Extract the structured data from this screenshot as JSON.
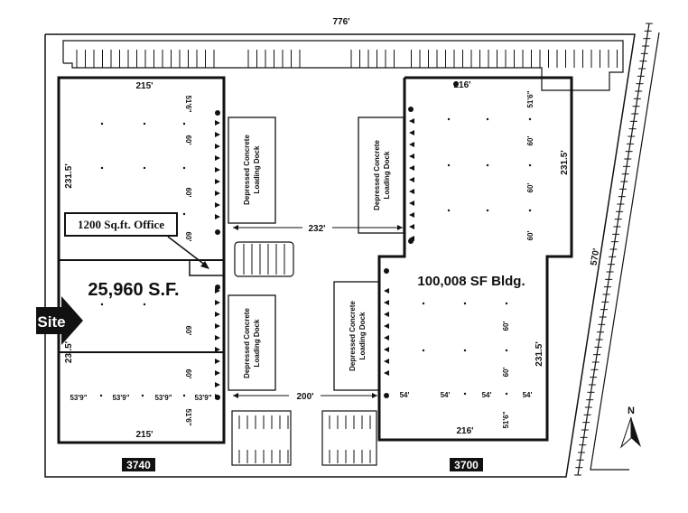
{
  "site_plan": {
    "dimensions": {
      "top_frontage": "776'",
      "east_frontage": "570'",
      "drive_aisle_north": "232'",
      "drive_aisle_south": "200'"
    },
    "building_3740": {
      "address": "3740",
      "area": "25,960 S.F.",
      "office_callout": "1200 Sq.ft. Office",
      "width_top": "215'",
      "width_bottom": "215'",
      "depth": "231.5'",
      "depth_lower": "23'.5'",
      "bay_top": "51'6\"",
      "bay_bottom": "51'6\"",
      "bay_60_a": "60'",
      "bay_60_b": "60'",
      "bay_60_c": "60'",
      "bay_60_d": "60'",
      "bay_60_e": "60'",
      "column_spacing": [
        "53'9\"",
        "53'9\"",
        "53'9\"",
        "53'9\""
      ]
    },
    "building_3700": {
      "address": "3700",
      "area": "100,008 SF Bldg.",
      "width_top": "216'",
      "width_bottom": "216'",
      "depth_upper": "231.5'",
      "depth_lower": "231.5'",
      "bay_top": "51'6\"",
      "bay_bottom": "51'6\"",
      "bay_60_a": "60'",
      "bay_60_b": "60'",
      "bay_60_c": "60'",
      "bay_60_d": "60'",
      "bay_60_e": "60'",
      "column_spacing": [
        "54'",
        "54'",
        "54'",
        "54'"
      ]
    },
    "loading_docks": [
      {
        "line1": "Depressed Concrete",
        "line2": "Loading Dock"
      },
      {
        "line1": "Depressed Concrete",
        "line2": "Loading Dock"
      },
      {
        "line1": "Depressed Concrete",
        "line2": "Loading Dock"
      },
      {
        "line1": "Depressed Concrete",
        "line2": "Loading Dock"
      }
    ],
    "site_marker": "Site",
    "north_label": "N"
  }
}
